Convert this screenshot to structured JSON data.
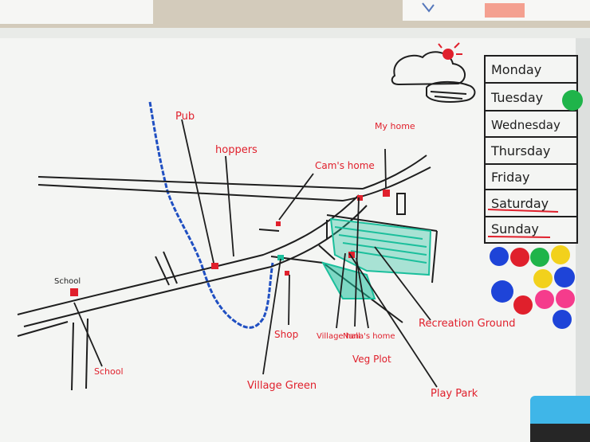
{
  "map": {
    "labels": {
      "pub": "Pub",
      "hoppers": "hoppers",
      "cams_home": "Cam's home",
      "my_home": "My home",
      "school_top": "School",
      "school_bottom": "School",
      "shop": "Shop",
      "village_green": "Village Green",
      "village_hall": "Village hall",
      "nanas_home": "Nana's home",
      "veg_plot": "Veg Plot",
      "recreation_ground": "Recreation Ground",
      "play_park": "Play Park"
    }
  },
  "days": [
    "Monday",
    "Tuesday",
    "Wednesday",
    "Thursday",
    "Friday",
    "Saturday",
    "Sunday"
  ],
  "colors": {
    "marker_red": "#e0202c",
    "marker_black": "#1e1e1e",
    "marker_blue": "#1f4fc2",
    "marker_teal": "#1bbf9c",
    "board": "#f4f5f3"
  },
  "magnets": [
    "blue",
    "red",
    "green",
    "yellow",
    "blue",
    "yellow",
    "blue",
    "red",
    "pink",
    "pink",
    "blue"
  ]
}
